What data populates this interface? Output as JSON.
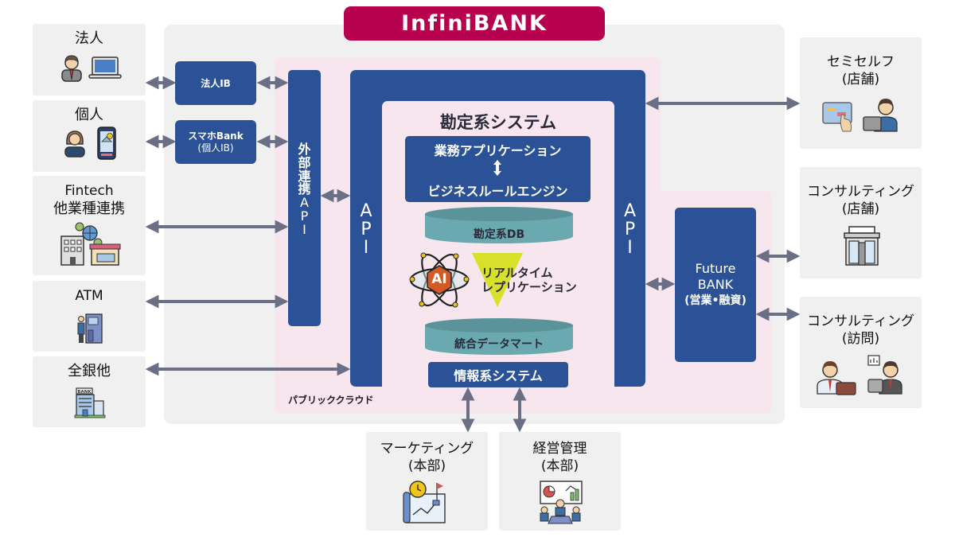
{
  "title": "InfiniBANK",
  "colors": {
    "brand": "#b7004e",
    "navy": "#2b5296",
    "cloud_pink": "#f8e6ee",
    "panel_gray": "#f0f0f0",
    "db_teal": "#6aa9b0",
    "db_teal_top": "#5a9399",
    "arrow": "#6b6f86",
    "triangle": "#d8e02a",
    "ai_orange": "#d35a27"
  },
  "left_channels": [
    {
      "label": "法人",
      "icon": "businessman-laptop-icon"
    },
    {
      "label": "個人",
      "icon": "woman-smartphone-icon"
    },
    {
      "label_line1": "Fintech",
      "label_line2": "他業種連携",
      "icon": "global-commerce-icon"
    },
    {
      "label": "ATM",
      "icon": "atm-user-icon"
    },
    {
      "label": "全銀他",
      "icon": "bank-building-icon"
    }
  ],
  "ib_boxes": {
    "corporate_ib": "法人IB",
    "smartphone_bank_line1": "スマホBank",
    "smartphone_bank_line2": "(個人IB)"
  },
  "external_api": {
    "chars": [
      "外",
      "部",
      "連",
      "携",
      "A",
      "P",
      "I"
    ]
  },
  "api_left": {
    "chars": [
      "A",
      "P",
      "I"
    ]
  },
  "api_right": {
    "chars": [
      "A",
      "P",
      "I"
    ]
  },
  "core_system": {
    "title": "勘定系システム",
    "app_box_line1": "業務アプリケーション",
    "app_box_line2": "ビジネスルールエンジン",
    "db_core": "勘定系DB",
    "ai_label": "AI",
    "replication_line1": "リアルタイム",
    "replication_line2": "レプリケーション",
    "data_mart": "統合データマート",
    "info_system": "情報系システム"
  },
  "public_cloud_label": "パブリッククラウド",
  "future_bank": {
    "line1": "Future",
    "line2": "BANK",
    "line3": "(営業•融資)"
  },
  "right_channels": [
    {
      "label_line1": "セミセルフ",
      "label_line2": "(店舗)",
      "icon": "tablet-staff-icon"
    },
    {
      "label_line1": "コンサルティング",
      "label_line2": "(店舗)",
      "icon": "branch-store-icon"
    },
    {
      "label_line1": "コンサルティング",
      "label_line2": "(訪問)",
      "icon": "visiting-consultants-icon"
    }
  ],
  "bottom_channels": [
    {
      "label_line1": "マーケティング",
      "label_line2": "(本部)",
      "icon": "marketing-map-icon"
    },
    {
      "label_line1": "経営管理",
      "label_line2": "(本部)",
      "icon": "management-meeting-icon"
    }
  ]
}
